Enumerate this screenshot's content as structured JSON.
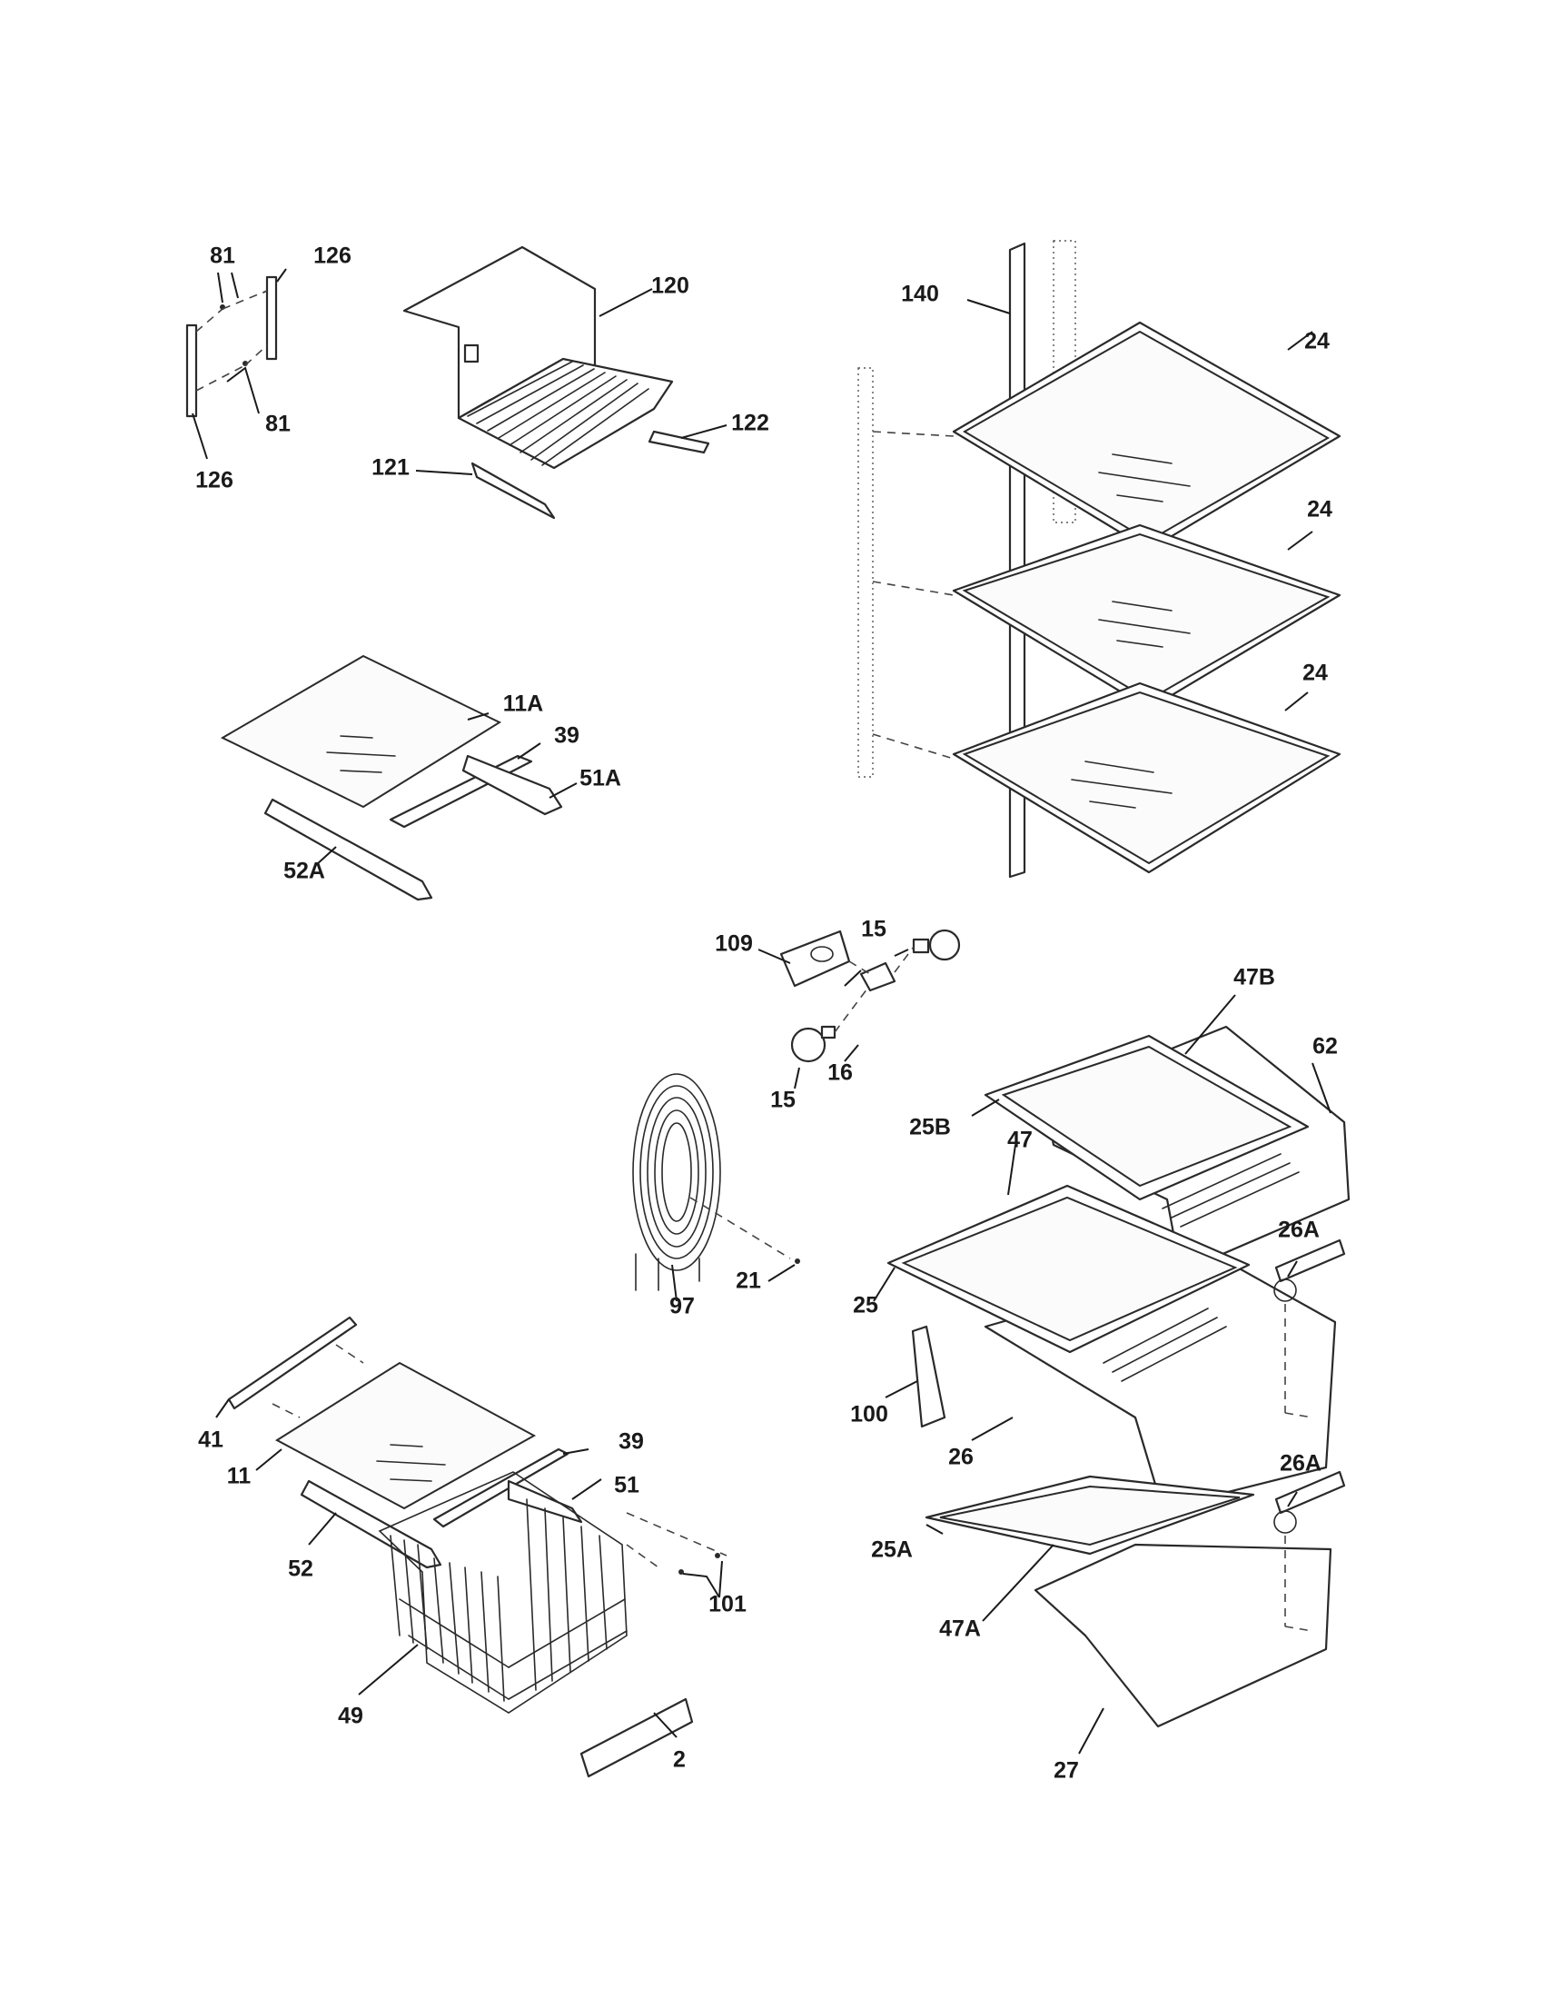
{
  "callouts": {
    "c81a": "81",
    "c126a": "126",
    "c81b": "81",
    "c126b": "126",
    "c120": "120",
    "c122": "122",
    "c121": "121",
    "c140": "140",
    "c24a": "24",
    "c24b": "24",
    "c24c": "24",
    "c11A": "11A",
    "c39a": "39",
    "c51A": "51A",
    "c52A": "52A",
    "c109": "109",
    "c15a": "15",
    "c15b": "15",
    "c16": "16",
    "c47B": "47B",
    "c62": "62",
    "c25B": "25B",
    "c47": "47",
    "c26Aa": "26A",
    "c97": "97",
    "c21": "21",
    "c25": "25",
    "c100": "100",
    "c26": "26",
    "c26Ab": "26A",
    "c25A": "25A",
    "c47A": "47A",
    "c27": "27",
    "c41": "41",
    "c11": "11",
    "c39b": "39",
    "c51": "51",
    "c52": "52",
    "c101": "101",
    "c49": "49",
    "c2": "2"
  }
}
